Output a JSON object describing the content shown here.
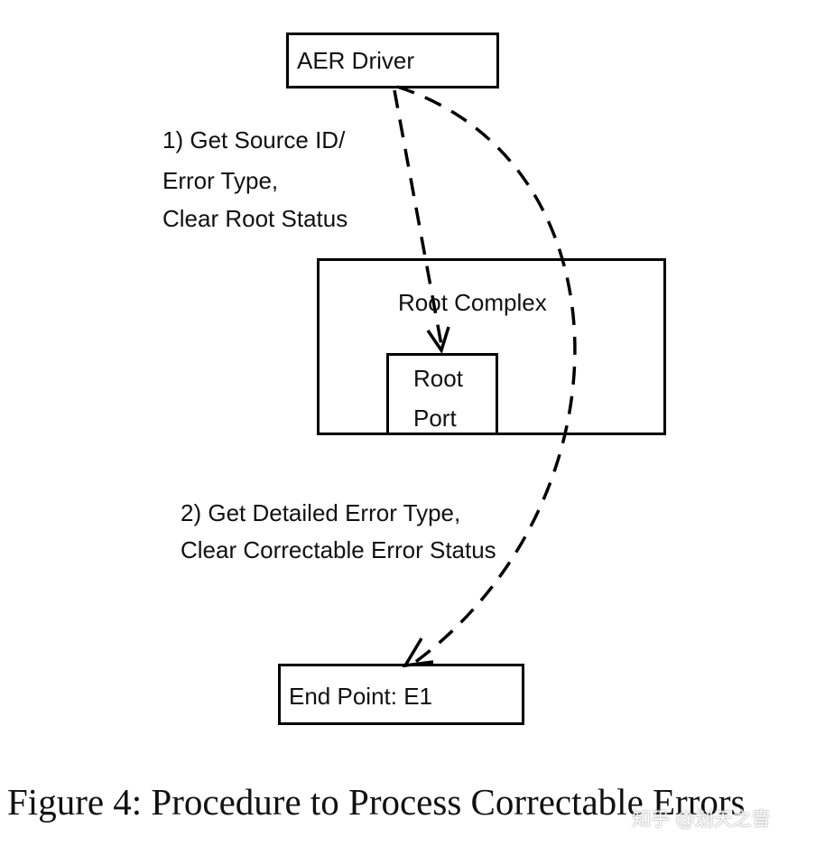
{
  "nodes": {
    "aer_driver": "AER Driver",
    "root_complex": "Root Complex",
    "root_port": [
      "Root",
      "Port"
    ],
    "end_point": "End Point: E1"
  },
  "edges": [
    {
      "from": "AER Driver",
      "to": "Root Port",
      "style": "dashed",
      "label_lines": [
        "1) Get Source ID/",
        "Error Type,",
        "Clear Root Status"
      ]
    },
    {
      "from": "AER Driver",
      "to": "End Point: E1",
      "style": "dashed",
      "label_lines": [
        "2) Get Detailed Error Type,",
        "Clear Correctable Error Status"
      ]
    }
  ],
  "caption": "Figure 4: Procedure to Process Correctable Errors",
  "watermark": "知乎 @划天之音"
}
